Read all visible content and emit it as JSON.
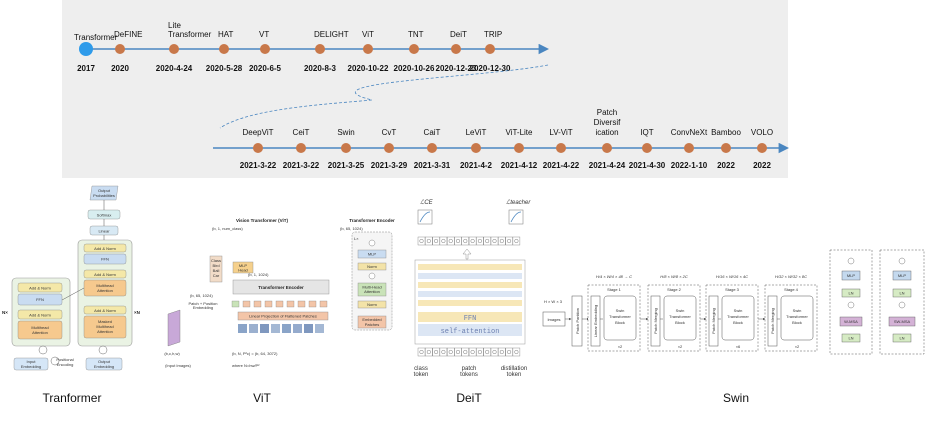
{
  "timeline_top": {
    "items": [
      {
        "name": "Transformer",
        "date": "2017"
      },
      {
        "name": "DeFINE",
        "date": "2020"
      },
      {
        "name": "Lite Transformer",
        "date": "2020-4-24"
      },
      {
        "name": "HAT",
        "date": "2020-5-28"
      },
      {
        "name": "VT",
        "date": "2020-6-5"
      },
      {
        "name": "DELIGHT",
        "date": "2020-8-3"
      },
      {
        "name": "ViT",
        "date": "2020-10-22"
      },
      {
        "name": "TNT",
        "date": "2020-10-26"
      },
      {
        "name": "DeiT",
        "date": "2020-12-23"
      },
      {
        "name": "TRIP",
        "date": "2020-12-30"
      }
    ]
  },
  "timeline_bottom": {
    "items": [
      {
        "name": "DeepViT",
        "date": "2021-3-22"
      },
      {
        "name": "CeiT",
        "date": "2021-3-22"
      },
      {
        "name": "Swin",
        "date": "2021-3-25"
      },
      {
        "name": "CvT",
        "date": "2021-3-29"
      },
      {
        "name": "CaiT",
        "date": "2021-3-31"
      },
      {
        "name": "LeViT",
        "date": "2021-4-2"
      },
      {
        "name": "ViT-Lite",
        "date": "2021-4-12"
      },
      {
        "name": "LV-ViT",
        "date": "2021-4-22"
      },
      {
        "name": "Patch Diversification",
        "date": "2021-4-24"
      },
      {
        "name": "IQT",
        "date": "2021-4-30"
      },
      {
        "name": "ConvNeXt",
        "date": "2022-1-10"
      },
      {
        "name": "Bamboo",
        "date": "2022"
      },
      {
        "name": "VOLO",
        "date": "2022"
      }
    ]
  },
  "colors": {
    "node": "#c8784a",
    "first_node": "#2f9bea",
    "line": "#4a86c0",
    "panel": "#eeeeee"
  },
  "captions": {
    "transformer": "Tranformer",
    "vit": "ViT",
    "deit": "DeiT",
    "swin": "Swin"
  },
  "transformer_fig": {
    "output_probabilities": "Output Probabilities",
    "softmax": "Softmax",
    "linear": "Linear",
    "add_norm": "Add & Norm",
    "ffn": "FFN",
    "mha": "Multihead Attention",
    "masked_mha": "Masked Multihead Attention",
    "input_embedding": "Input Embedding",
    "output_embedding": "Output Embedding",
    "positional_encoding": "Positional Encoding",
    "nx_left": "N×",
    "nx_right": "×N"
  },
  "vit_fig": {
    "title": "Vision Transformer (ViT)",
    "encoder_title": "Transformer Encoder",
    "class_head": "Class Bird Ball Car ...",
    "mlp_head": "MLP Head",
    "transformer_encoder": "Transformer Encoder",
    "linear_projection": "Linear Projection of Flattened Patches",
    "patch_embedding": "Patch + Position Embedding",
    "input_image": "(Input Images)",
    "shape_image": "(b,c,h,w)",
    "shape_patches": "(b, N, P²c) = (b, 64, 3072)",
    "where": "where N=hw/P²",
    "shape_tokens": "(b, 65, 1024)",
    "shape_class": "(b, 1, num_class)",
    "shape_cls": "(b, 1, 1024)",
    "encoder_mlp": "MLP",
    "encoder_norm": "Norm",
    "encoder_mha": "Multi-Head Attention",
    "encoder_embedded": "Embedded Patches",
    "encoder_lx": "L×",
    "encoder_shape": "(b, 65, 1024)"
  },
  "deit_fig": {
    "loss_ce": "ℒCE",
    "loss_teacher": "ℒteacher",
    "ffn": "FFN",
    "self_attention": "self-attention",
    "class_token": "class token",
    "patch_tokens": "patch tokens",
    "distillation_token": "distillation token"
  },
  "swin_fig": {
    "images": "Images",
    "input_shape": "H × W × 3",
    "patch_partition": "Patch Partition",
    "linear_embedding": "Linear Embedding",
    "patch_merging": "Patch Merging",
    "swin_block": "Swin Transformer Block",
    "stages": [
      {
        "label": "Stage 1",
        "shape": "H/4 × W/4 × 48 → C",
        "repeat": "×2"
      },
      {
        "label": "Stage 2",
        "shape": "H/8 × W/8 × 2C",
        "repeat": "×2"
      },
      {
        "label": "Stage 3",
        "shape": "H/16 × W/16 × 4C",
        "repeat": "×6"
      },
      {
        "label": "Stage 4",
        "shape": "H/32 × W/32 × 8C",
        "repeat": "×2"
      }
    ],
    "mlp": "MLP",
    "ln": "LN",
    "wmsa": "W-MSA",
    "swmsa": "SW-MSA"
  }
}
